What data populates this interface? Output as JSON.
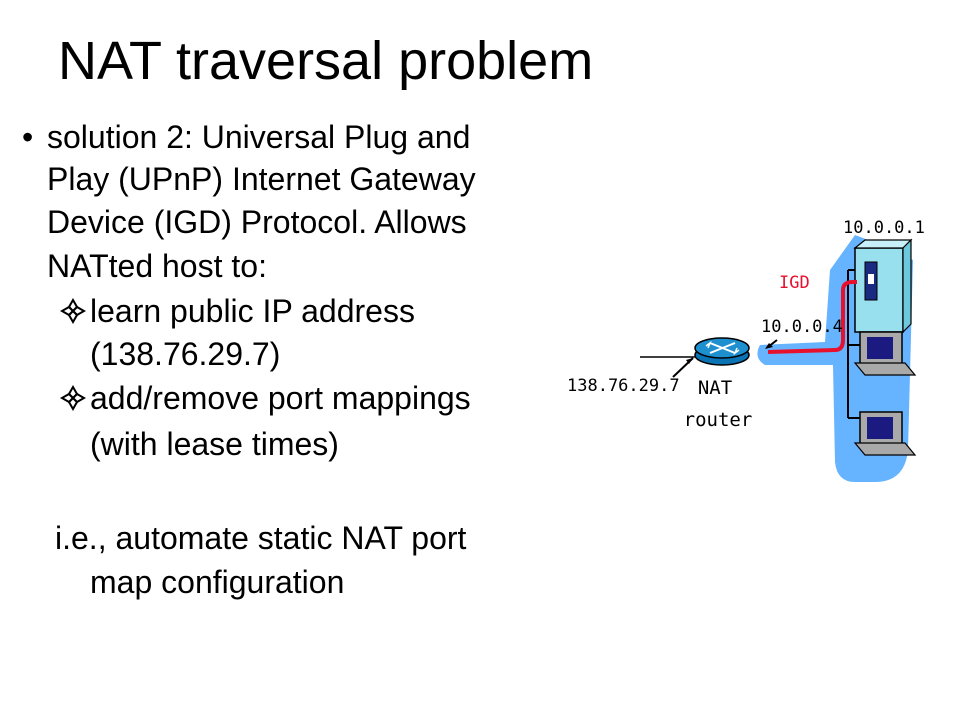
{
  "slide": {
    "title": "NAT traversal problem",
    "bullet_symbol": "•",
    "body_lines": [
      "solution 2: Universal Plug and",
      "Play (UPnP) Internet Gateway",
      "Device (IGD) Protocol.  Allows",
      "NATted host to:"
    ],
    "sub_items": [
      {
        "lines": [
          "learn public IP address",
          "(138.76.29.7)"
        ]
      },
      {
        "lines": [
          "add/remove port mappings",
          "(with lease times)"
        ]
      }
    ],
    "note_lines": [
      "i.e., automate static NAT port",
      "map configuration"
    ]
  },
  "diagram": {
    "server_ip": "10.0.0.1",
    "igd_label": "IGD",
    "router_lan_ip": "10.0.0.4",
    "public_ip": "138.76.29.7",
    "router_label_1": "NAT",
    "router_label_2": "router",
    "colors": {
      "lan_blob": "#66b3ff",
      "igd": "#e8112d",
      "router": "#0a73b3",
      "server": "#99e0ee"
    }
  }
}
